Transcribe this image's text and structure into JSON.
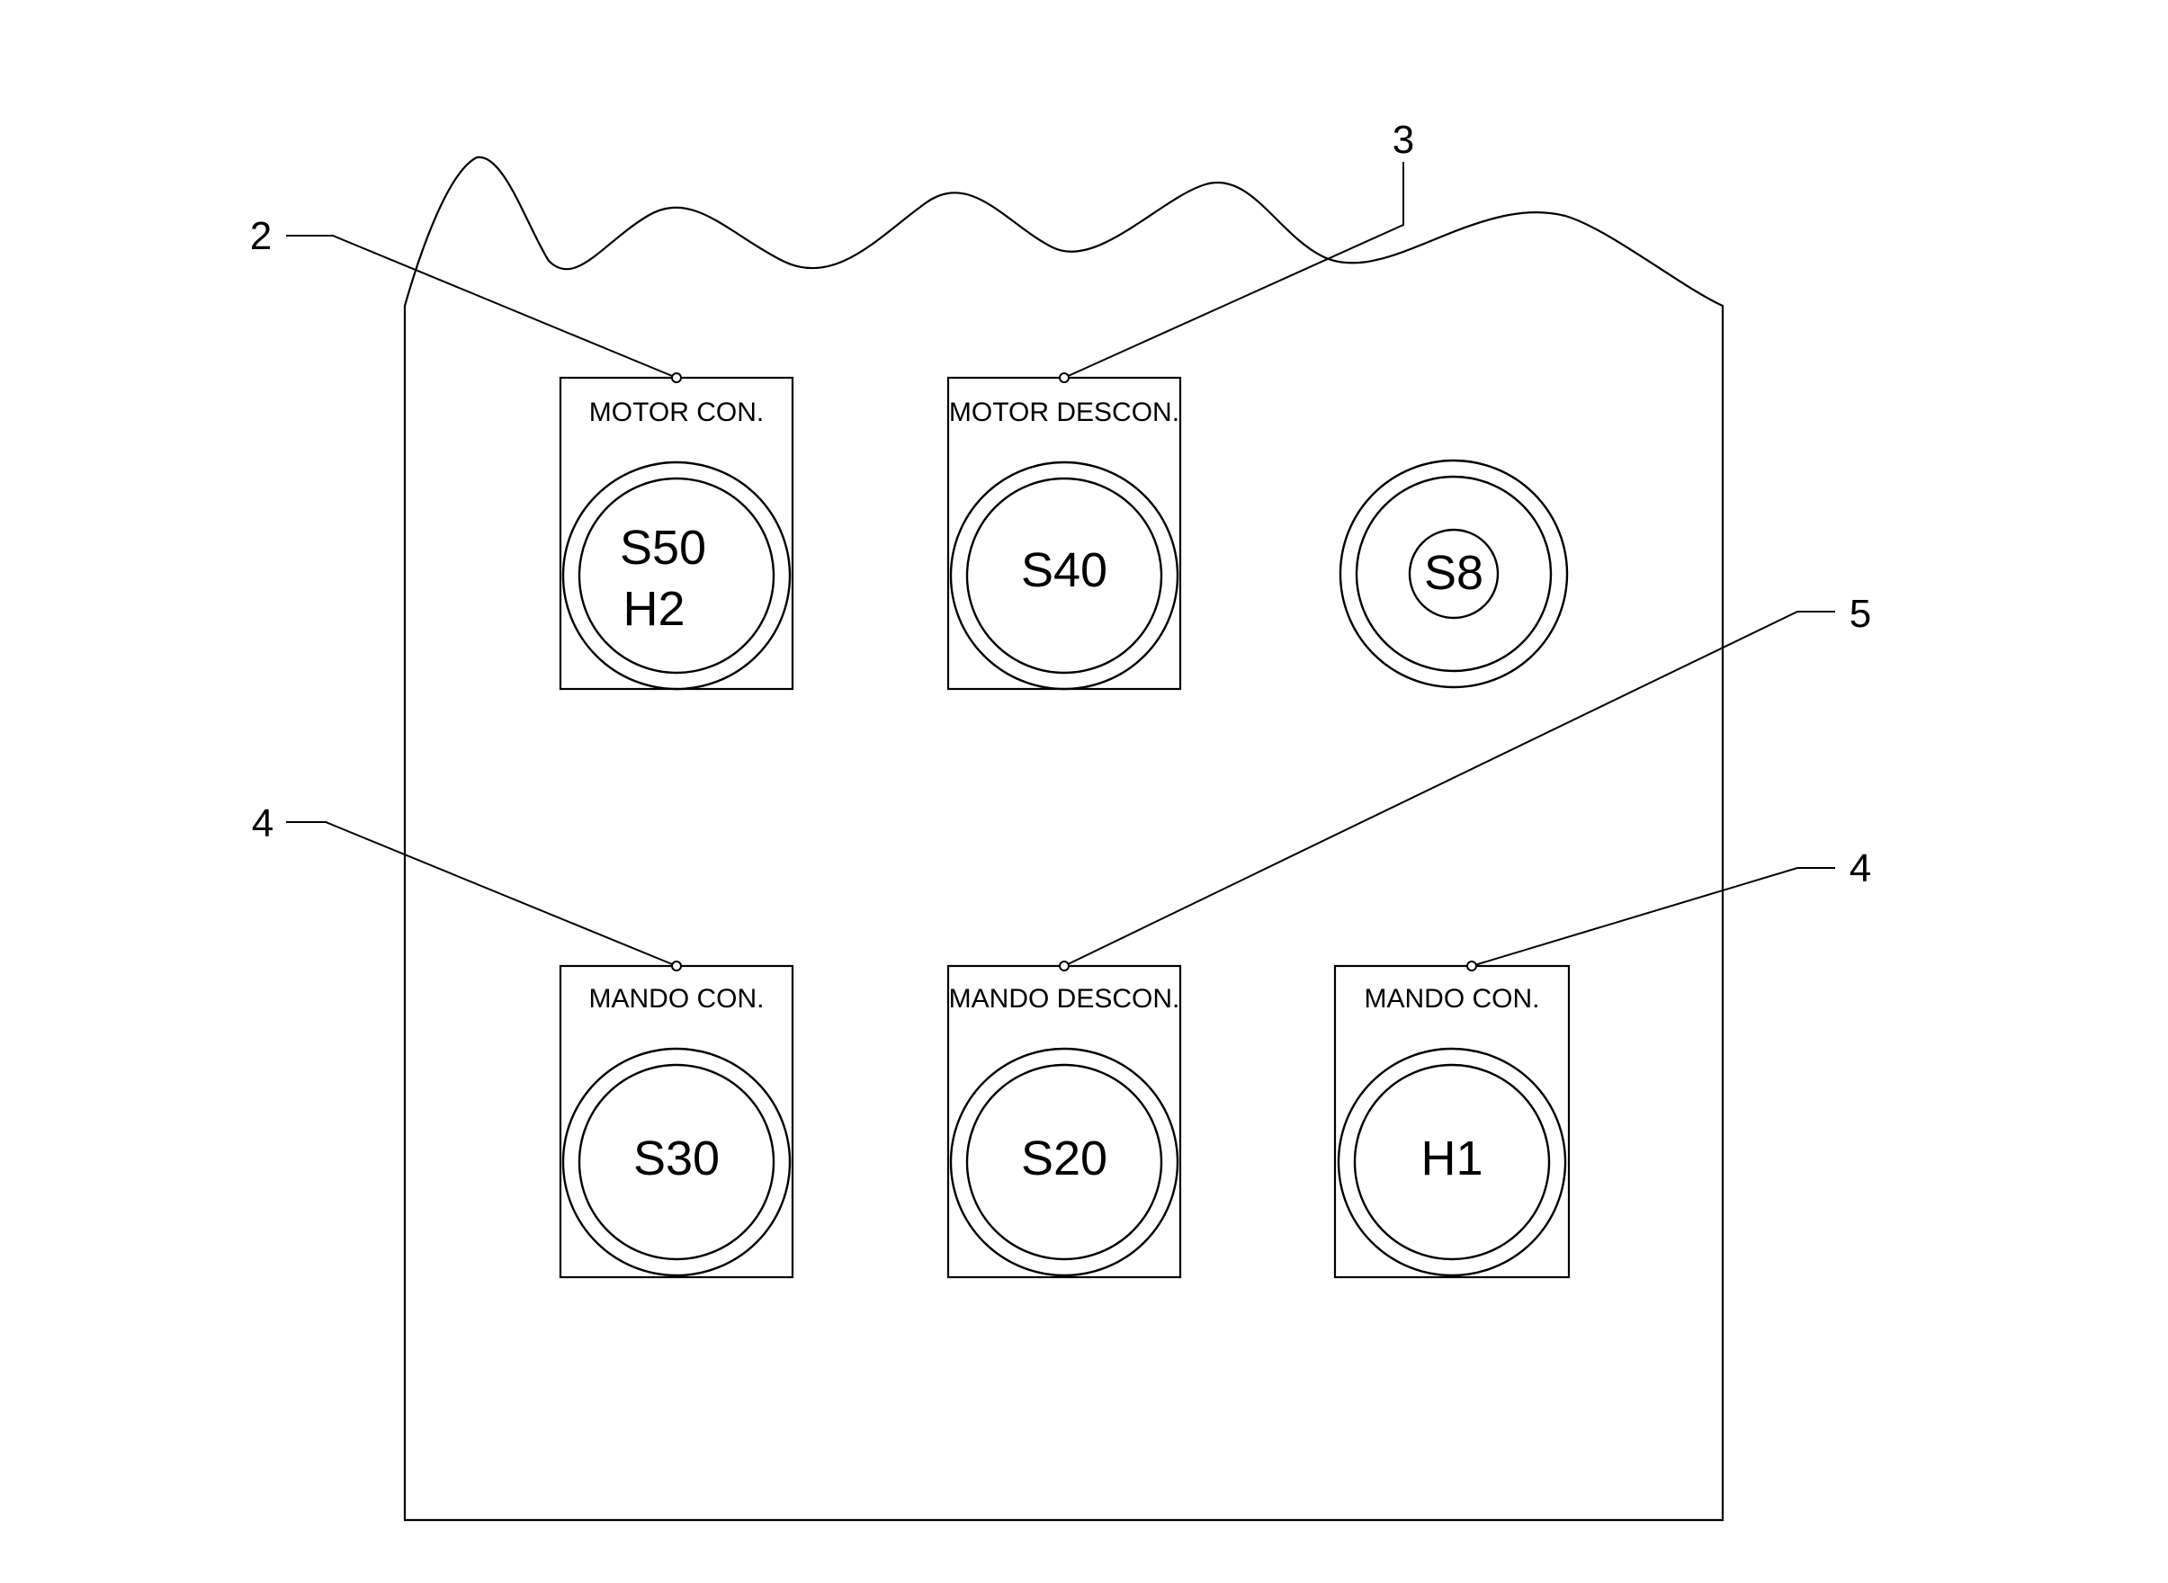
{
  "callouts": {
    "c2": "2",
    "c3": "3",
    "c5": "5",
    "c4_left": "4",
    "c4_right": "4"
  },
  "plates": {
    "motor_con": {
      "label": "MOTOR CON.",
      "code_line1": "S50",
      "code_line2": "H2"
    },
    "motor_descon": {
      "label": "MOTOR DESCON.",
      "code": "S40"
    },
    "emergency": {
      "code": "S8"
    },
    "mando_con_left": {
      "label": "MANDO CON.",
      "code": "S30"
    },
    "mando_descon": {
      "label": "MANDO DESCON.",
      "code": "S20"
    },
    "mando_con_right": {
      "label": "MANDO CON.",
      "code": "H1"
    }
  }
}
